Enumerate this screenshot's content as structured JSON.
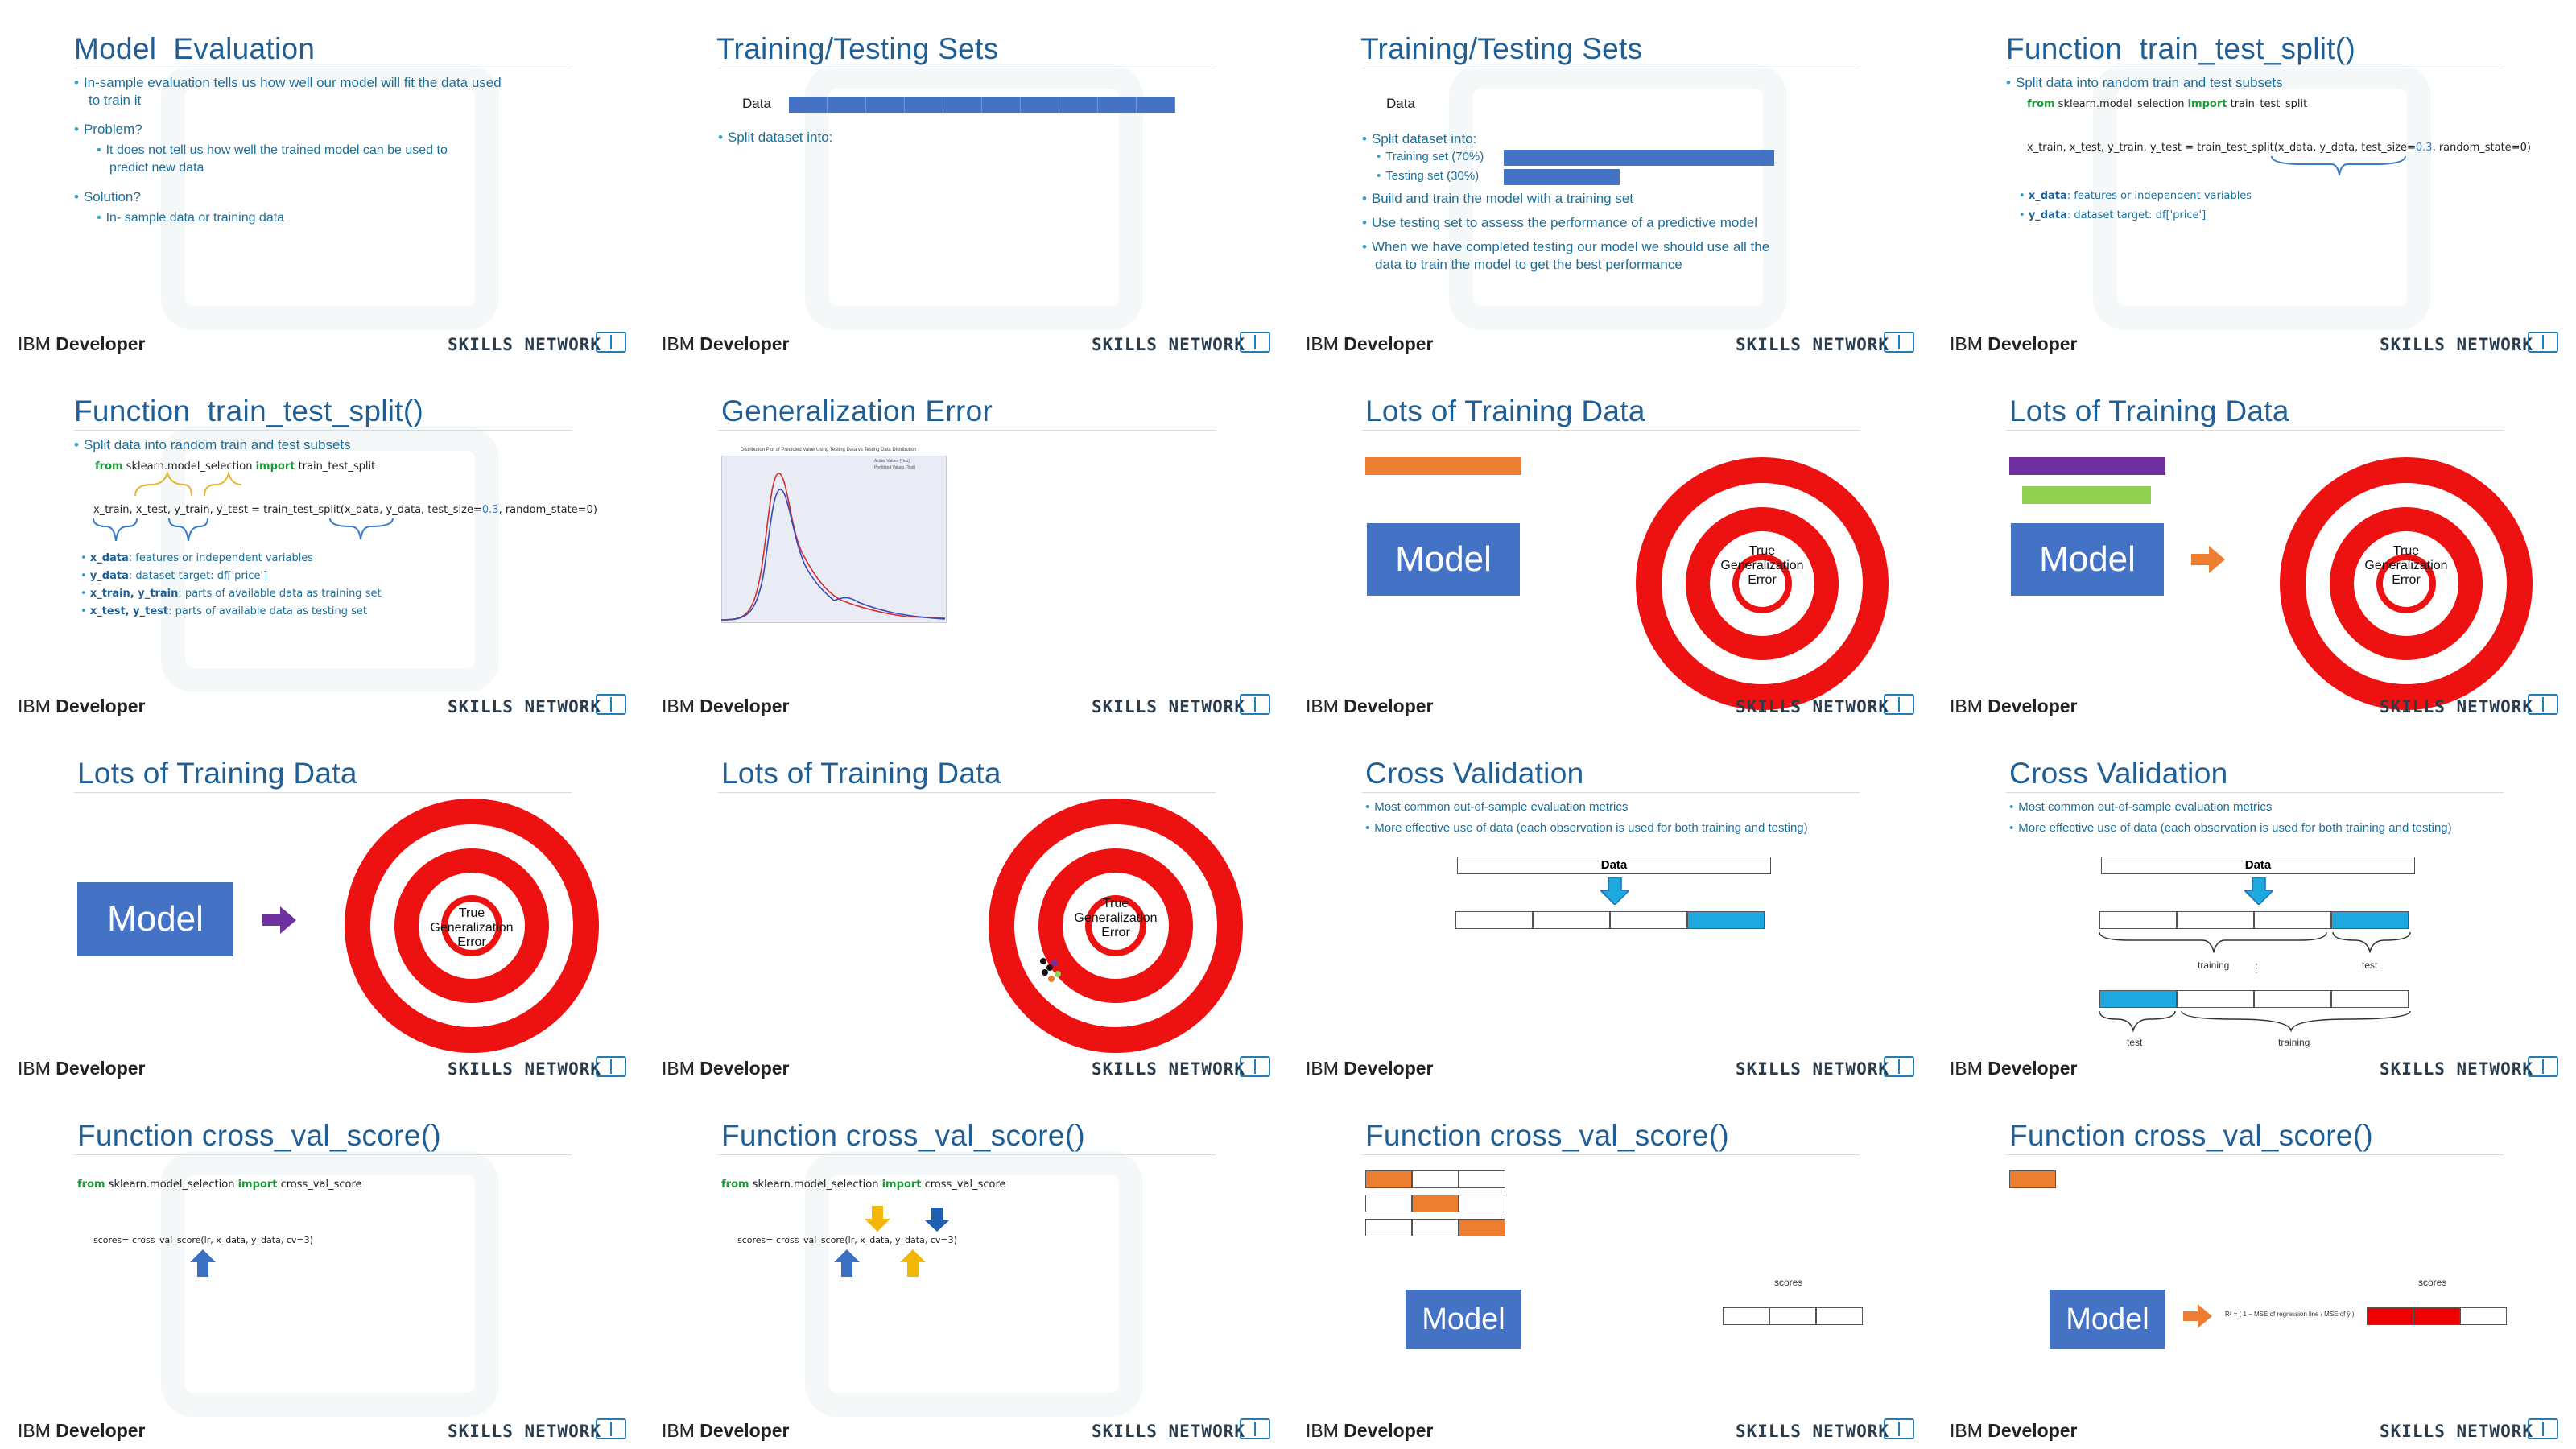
{
  "footer": {
    "ibm": "IBM",
    "developer": "Developer",
    "skills_network": "SKILLS NETWORK"
  },
  "slides": {
    "s1": {
      "title": "Model  Evaluation",
      "b1": "In-sample evaluation tells us how well our model will fit the data used",
      "b1b": "to train it",
      "b2": "Problem?",
      "b2a": "It does not tell us how well the trained model can be used to",
      "b2b": "predict new data",
      "b3": "Solution?",
      "b3a": "In- sample data or training data"
    },
    "s2": {
      "title": "Training/Testing Sets",
      "data_label": "Data",
      "b1": "Split dataset into:"
    },
    "s3": {
      "title": "Training/Testing Sets",
      "data_label": "Data",
      "b1": "Split dataset into:",
      "b1a": "Training set (70%)",
      "b1b": "Testing set (30%)",
      "b2": "Build and train the model with a training set",
      "b3": "Use testing set to assess the performance of a predictive model",
      "b4": "When we have completed testing our model we should use all the",
      "b4b": "data to train the model to get the best performance"
    },
    "s4": {
      "title": "Function  train_test_split()",
      "b1": "Split data into random train and test subsets",
      "code1_from": "from",
      "code1_mid": " sklearn.model_selection ",
      "code1_import": "import",
      "code1_end": " train_test_split",
      "code2": "x_train, x_test, y_train, y_test = train_test_split(x_data, y_data, test_size=",
      "code2_num": "0.3",
      "code2_end": ", random_state=0)",
      "d1k": "x_data",
      "d1v": ": features or independent variables",
      "d2k": "y_data",
      "d2v": ": dataset target: df['price']"
    },
    "s5": {
      "title": "Function  train_test_split()",
      "b1": "Split data into random train and test subsets",
      "code1_from": "from",
      "code1_mid": " sklearn.model_selection ",
      "code1_import": "import",
      "code1_end": " train_test_split",
      "code2": "x_train, x_test, y_train, y_test = train_test_split(x_data, y_data, test_size=",
      "code2_num": "0.3",
      "code2_end": ", random_state=0)",
      "d1k": "x_data",
      "d1v": ": features or independent variables",
      "d2k": "y_data",
      "d2v": ": dataset target: df['price']",
      "d3k": "x_train, y_train",
      "d3v": ": parts of available data as training set",
      "d4k": "x_test, y_test",
      "d4v": ": parts of available data as testing set"
    },
    "s6": {
      "title": "Generalization Error",
      "chart_title": "Distribution  Plot of  Predicted Value Using  Testing Data vs Testing Data Distribution",
      "legend1": "Actual Values (Test)",
      "legend2": "Predicted Values (Test)"
    },
    "s7": {
      "title": "Lots of Training Data",
      "model": "Model",
      "t1": "True",
      "t2": "Generalization",
      "t3": "Error"
    },
    "s8": {
      "title": "Lots of Training Data",
      "model": "Model",
      "t1": "True",
      "t2": "Generalization",
      "t3": "Error"
    },
    "s9": {
      "title": "Lots of Training Data",
      "model": "Model",
      "t1": "True",
      "t2": "Generalization",
      "t3": "Error"
    },
    "s10": {
      "title": "Lots of Training Data",
      "t1": "True",
      "t2": "Generalization",
      "t3": "Error"
    },
    "s11": {
      "title": "Cross Validation",
      "b1": "Most common out-of-sample evaluation metrics",
      "b2": "More effective use of data (each observation is used for both training and testing)",
      "data": "Data"
    },
    "s12": {
      "title": "Cross Validation",
      "b1": "Most common out-of-sample evaluation metrics",
      "b2": "More effective use of data (each observation is used for both training and testing)",
      "data": "Data",
      "training": "training",
      "test": "test",
      "dots": "⋮",
      "test2": "test",
      "training2": "training"
    },
    "s13": {
      "title": "Function cross_val_score()",
      "code1_from": "from",
      "code1_mid": " sklearn.model_selection ",
      "code1_import": "import",
      "code1_end": " cross_val_score",
      "code2": "scores= cross_val_score(lr, x_data, y_data, cv=3)"
    },
    "s14": {
      "title": "Function cross_val_score()",
      "code1_from": "from",
      "code1_mid": " sklearn.model_selection ",
      "code1_import": "import",
      "code1_end": " cross_val_score",
      "code2": "scores= cross_val_score(lr, x_data, y_data, cv=3)"
    },
    "s15": {
      "title": "Function cross_val_score()",
      "model": "Model",
      "scores": "scores"
    },
    "s16": {
      "title": "Function cross_val_score()",
      "model": "Model",
      "scores": "scores",
      "formula": "R² = ( 1 − MSE of regression line / MSE of ȳ )"
    }
  }
}
